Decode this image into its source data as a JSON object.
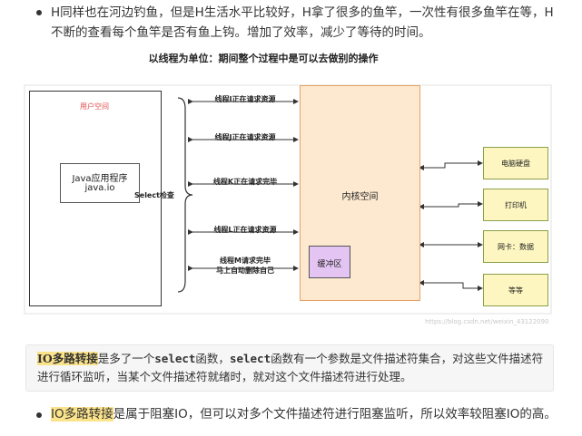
{
  "bullet1_text": "H同样也在河边钓鱼，但是H生活水平比较好，H拿了很多的鱼竿，一次性有很多鱼竿在等，H不断的查看每个鱼竿是否有鱼上钩。增加了效率，减少了等待的时间。",
  "diagram": {
    "title": "以线程为单位：期间整个过程中是可以去做别的操作",
    "user_space_label": "用户空间",
    "java_app_line1": "Java应用程序",
    "java_app_line2": "java.io",
    "select_label": "Select检查",
    "kernel_label": "内核空间",
    "buffer_label": "缓冲区",
    "threads": [
      "线程I正在请求资源",
      "线程J正在请求资源",
      "线程K正在请求完毕",
      "线程L正在请求资源"
    ],
    "thread_m_line1": "线程M请求完毕",
    "thread_m_line2": "马上自动删除自己",
    "devices": [
      "电脑硬盘",
      "打印机",
      "网卡：数据",
      "等等"
    ],
    "watermark": "https://blog.csdn.net/weixin_43122090"
  },
  "note": {
    "term": "IO多路转接",
    "text_a": "是多了一个",
    "code1": "select",
    "text_b": "函数，",
    "code2": "select",
    "text_c": "函数有一个参数是文件描述符集合，对这些文件描述符进行循环监听，当某个文件描述符就绪时，就对这个文件描述符进行处理。"
  },
  "bullet2": {
    "term": "IO多路转接",
    "text": "是属于阻塞IO，但可以对多个文件描述符进行阻塞监听，所以效率较阻塞IO的高。"
  },
  "colors": {
    "kernel_fill": "#fde9d0",
    "kernel_border": "#e8a060",
    "device_fill": "#fdf6c0",
    "device_border": "#8aa04a",
    "buffer_fill": "#e4c4f2",
    "user_space_label": "#e05050",
    "highlight": "#fbe38a"
  }
}
